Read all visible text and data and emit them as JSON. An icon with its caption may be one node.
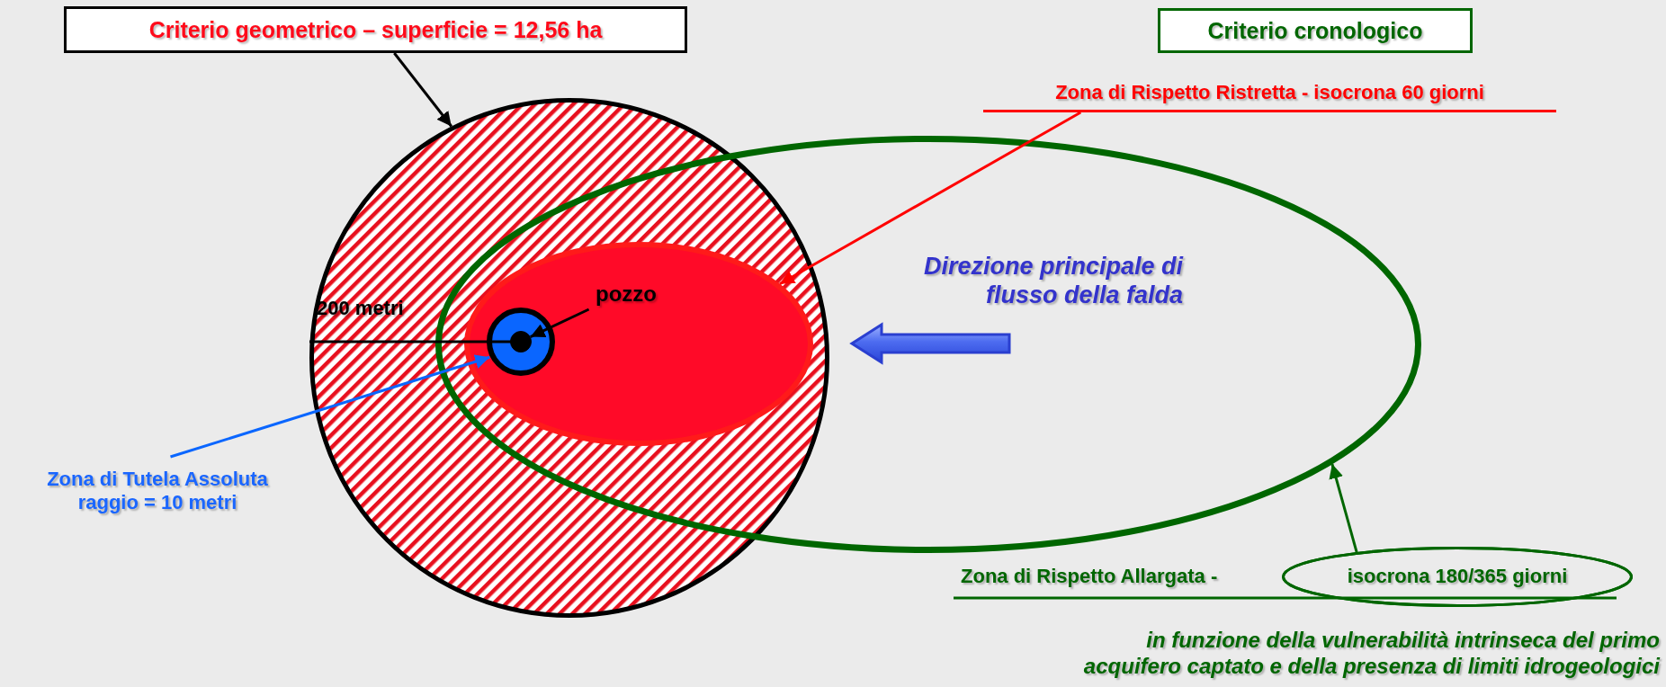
{
  "diagram": {
    "nodes": [
      {
        "text": [
          "Criterio geometrico – superficie = 12,56 ha"
        ]
      },
      {
        "text": [
          "Criterio cronologico"
        ]
      },
      {
        "text": [
          "Zona di Rispetto Ristretta - isocrona 60 giorni"
        ]
      },
      {
        "text": [],
        "shape": "circle"
      },
      {
        "text": [],
        "shape": "ellipse"
      },
      {
        "text": [],
        "shape": "ellipse"
      },
      {
        "text": [],
        "shape": "circle",
        "in": 5
      },
      {
        "text": [],
        "shape": "circle",
        "in": 6
      },
      {
        "text": [
          "pozzo"
        ],
        "in": 5
      },
      {
        "text": [
          "Zona di Tutela Assoluta raggio = 10 metri"
        ]
      },
      {
        "text": [
          "isocrona 180/365 giorni"
        ]
      }
    ],
    "edges": [
      {
        "from": 0,
        "to": 3,
        "arrow": "to"
      },
      {
        "from": 2,
        "to": 5,
        "arrow": "to",
        "color": "#ff0000"
      },
      {
        "from": 8,
        "to": 7,
        "arrow": "to"
      },
      {
        "from": 9,
        "to": 6,
        "arrow": "to",
        "color": "#0a66ff"
      },
      {
        "from": 10,
        "to": 4,
        "arrow": "to",
        "color": "#006600"
      }
    ],
    "labels": [
      "200 metri",
      "Direzione principale di flusso della falda",
      "Zona di Rispetto Allargata -",
      "in funzione della vulnerabilità intrinseca del primo acquifero captato e della presenza di limiti idrogeologici"
    ]
  }
}
